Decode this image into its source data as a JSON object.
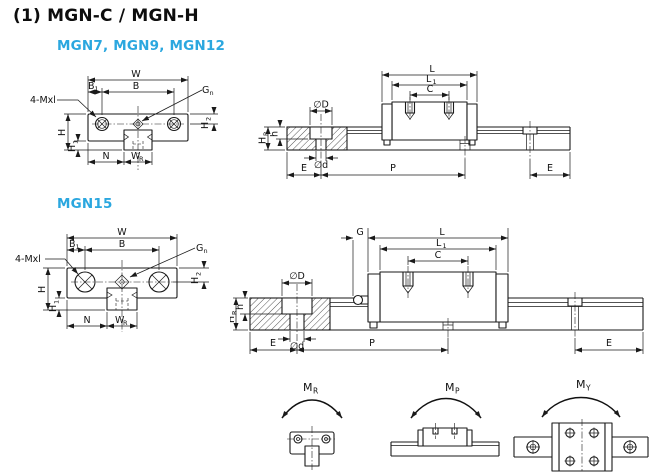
{
  "page": {
    "title": "(1) MGN-C / MGN-H",
    "series_small_heading": "MGN7, MGN9, MGN12",
    "series_large_heading": "MGN15",
    "accent_color": "#2BA7DF"
  },
  "dims": {
    "W": "W",
    "B": "B",
    "B1_main": "B",
    "B1_sub": "1",
    "Gn_main": "G",
    "Gn_sub": "n",
    "four_mxl": "4-Mxl",
    "H": "H",
    "H1_main": "H",
    "H1_sub": "1",
    "H2_main": "H",
    "H2_sub": "2",
    "N": "N",
    "WR_main": "W",
    "WR_sub": "R",
    "L": "L",
    "L1_main": "L",
    "L1_sub": "1",
    "C": "C",
    "G": "G",
    "dia_D": "∅D",
    "dia_d": "∅d",
    "h": "h",
    "HR_main": "H",
    "HR_sub": "R",
    "E": "E",
    "P": "P"
  },
  "moments": {
    "M": "M",
    "roll_sub": "R",
    "pitch_sub": "P",
    "yaw_sub": "Y"
  }
}
